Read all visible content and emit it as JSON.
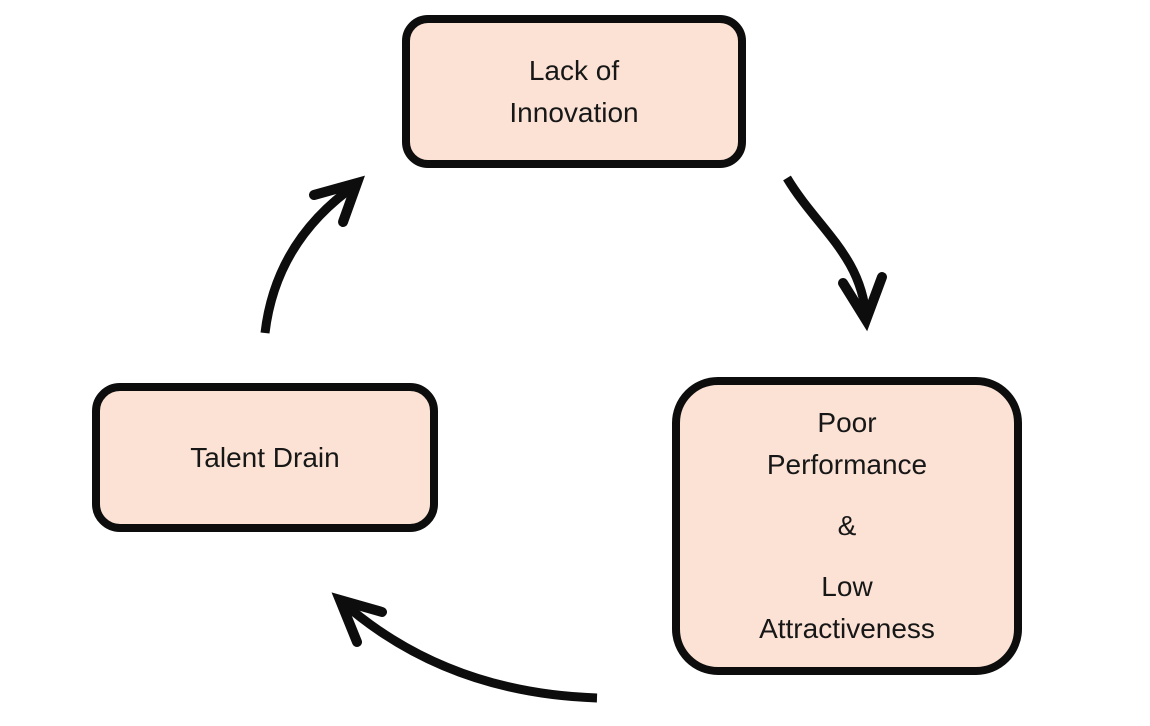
{
  "diagram": {
    "type": "cycle",
    "colors": {
      "node_fill": "#fbe2d5",
      "node_border": "#0d0d0d",
      "arrow": "#0d0d0d",
      "text": "#171717",
      "background": "#ffffff"
    },
    "nodes": [
      {
        "id": "lack-of-innovation",
        "paragraphs": [
          "Lack of\nInnovation"
        ]
      },
      {
        "id": "poor-performance-low-attractiveness",
        "paragraphs": [
          "Poor\nPerformance",
          "&",
          "Low\nAttractiveness"
        ]
      },
      {
        "id": "talent-drain",
        "paragraphs": [
          "Talent Drain"
        ]
      }
    ],
    "edges": [
      {
        "from": "lack-of-innovation",
        "to": "poor-performance-low-attractiveness",
        "direction": "clockwise"
      },
      {
        "from": "poor-performance-low-attractiveness",
        "to": "talent-drain",
        "direction": "clockwise"
      },
      {
        "from": "talent-drain",
        "to": "lack-of-innovation",
        "direction": "clockwise"
      }
    ]
  }
}
